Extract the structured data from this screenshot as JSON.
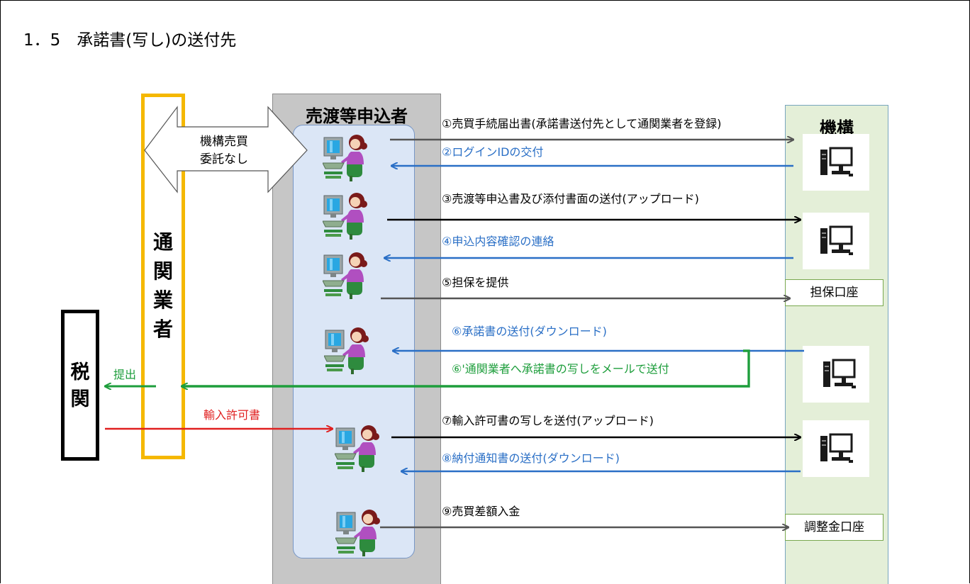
{
  "title": "1．5　承諾書(写し)の送付先",
  "actors": {
    "customs": "税関",
    "broker": "通関業者",
    "applicant": "売渡等申込者",
    "organization": "機構"
  },
  "arrow_label": "機構売買委託なし",
  "arrow_label_lines": [
    "機構売買",
    "委託なし"
  ],
  "accounts": {
    "collateral": "担保口座",
    "adjustment": "調整金口座"
  },
  "steps": [
    {
      "id": "1",
      "text": "①売買手続届出書(承諾書送付先として通関業者を登録)",
      "direction": "to-organization",
      "color": "#555555"
    },
    {
      "id": "2",
      "text": "②ログインIDの交付",
      "direction": "to-applicant",
      "color": "#2a6fc6"
    },
    {
      "id": "3",
      "text": "③売渡等申込書及び添付書面の送付(アップロード)",
      "direction": "to-organization",
      "color": "#000000"
    },
    {
      "id": "4",
      "text": "④申込内容確認の連絡",
      "direction": "to-applicant",
      "color": "#2a6fc6"
    },
    {
      "id": "5",
      "text": "⑤担保を提供",
      "direction": "to-organization",
      "color": "#555555"
    },
    {
      "id": "6",
      "text": "⑥承諾書の送付(ダウンロード)",
      "direction": "to-applicant",
      "color": "#2a6fc6"
    },
    {
      "id": "6-dash",
      "text": "⑥'通関業者へ承諾書の写しをメールで送付",
      "direction": "to-broker",
      "color": "#1e9e3c"
    },
    {
      "id": "7",
      "text": "⑦輸入許可書の写しを送付(アップロード)",
      "direction": "to-organization",
      "color": "#000000"
    },
    {
      "id": "8",
      "text": "⑧納付通知書の送付(ダウンロード)",
      "direction": "to-applicant",
      "color": "#2a6fc6"
    },
    {
      "id": "9",
      "text": "⑨売買差額入金",
      "direction": "to-organization",
      "color": "#555555"
    }
  ],
  "side_labels": {
    "submit": "提出",
    "import_permit": "輸入許可書"
  },
  "colors": {
    "broker_border": "#f5b800",
    "applicant_panel": "#c6c6c6",
    "applicant_inner": "#dbe6f6",
    "organization_panel": "#e4efd8",
    "blue_arrow": "#2a6fc6",
    "green_arrow": "#1e9e3c",
    "red_arrow": "#e02020"
  },
  "icons": [
    "person-at-computer-icon",
    "desktop-computer-icon"
  ]
}
